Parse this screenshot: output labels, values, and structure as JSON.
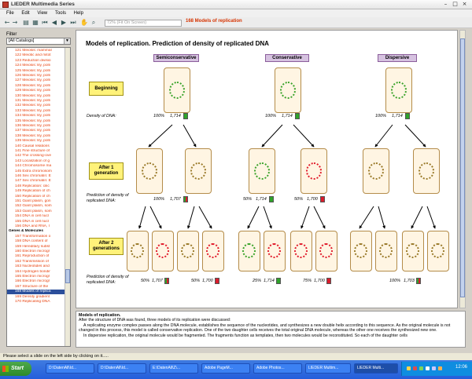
{
  "window": {
    "title": "LIEDER Multimedia Series"
  },
  "menu": [
    "File",
    "Edit",
    "View",
    "Tools",
    "Help"
  ],
  "toolbar": {
    "zoom_value": "72% (Fit On Screen)",
    "slide_title": "168 Models of replication"
  },
  "filter": {
    "label": "Filter",
    "value": "[All Catalogs]"
  },
  "tree": [
    {
      "text": "121 Meiosis: mammal",
      "kind": "item"
    },
    {
      "text": "122 Meiotic and mitot",
      "kind": "item"
    },
    {
      "text": "123 Reduction divisio",
      "kind": "item"
    },
    {
      "text": "124 Meiosis: lily, polli",
      "kind": "item"
    },
    {
      "text": "125 Meiosis: lily, polli",
      "kind": "item"
    },
    {
      "text": "126 Meiosis: lily, polli",
      "kind": "item"
    },
    {
      "text": "127 Meiosis: lily, polli",
      "kind": "item"
    },
    {
      "text": "128 Meiosis: lily, polli",
      "kind": "item"
    },
    {
      "text": "129 Meiosis: lily, polli",
      "kind": "item"
    },
    {
      "text": "130 Meiosis: lily, polli",
      "kind": "item"
    },
    {
      "text": "131 Meiosis: lily, polli",
      "kind": "item"
    },
    {
      "text": "132 Meiosis: lily, polli",
      "kind": "item"
    },
    {
      "text": "133 Meiosis: lily, polli",
      "kind": "item"
    },
    {
      "text": "134 Meiosis: lily, polli",
      "kind": "item"
    },
    {
      "text": "135 Meiosis: lily, polli",
      "kind": "item"
    },
    {
      "text": "136 Meiosis: lily, polli",
      "kind": "item"
    },
    {
      "text": "137 Meiosis: lily, polli",
      "kind": "item"
    },
    {
      "text": "138 Meiosis: lily, polli",
      "kind": "item"
    },
    {
      "text": "139 Meiosis: lily, polli",
      "kind": "item"
    },
    {
      "text": "140 Causal relations",
      "kind": "item"
    },
    {
      "text": "141 Fine structure of",
      "kind": "item"
    },
    {
      "text": "142 The crossing-ove",
      "kind": "item"
    },
    {
      "text": "143 Localization of g",
      "kind": "item"
    },
    {
      "text": "144 Chromosome ma",
      "kind": "item"
    },
    {
      "text": "145 Extra chromosom",
      "kind": "item"
    },
    {
      "text": "146 Sex chromatin: E",
      "kind": "item"
    },
    {
      "text": "147 Sex chromatin: E",
      "kind": "item"
    },
    {
      "text": "148 Replication: cilic",
      "kind": "item"
    },
    {
      "text": "149 Replication of ch",
      "kind": "item"
    },
    {
      "text": "150 Replication of ch",
      "kind": "item"
    },
    {
      "text": "151 Giant plasm, gon",
      "kind": "item"
    },
    {
      "text": "152 Giant plasm, som",
      "kind": "item"
    },
    {
      "text": "153 Giant plasm, som",
      "kind": "item"
    },
    {
      "text": "154 DNA in cell nucl",
      "kind": "item"
    },
    {
      "text": "155 DNA in cell nucl",
      "kind": "item"
    },
    {
      "text": "156 DNA and RNA, I",
      "kind": "item"
    },
    {
      "text": "Genes & Molecules",
      "kind": "group"
    },
    {
      "text": "157 Transformation o",
      "kind": "item"
    },
    {
      "text": "158 DNA content of",
      "kind": "item"
    },
    {
      "text": "159 Hereditary subst",
      "kind": "item"
    },
    {
      "text": "160 Electron microgr",
      "kind": "item"
    },
    {
      "text": "161 Reproduction of",
      "kind": "item"
    },
    {
      "text": "162 Transmission of",
      "kind": "item"
    },
    {
      "text": "163 Nucleotides and",
      "kind": "item"
    },
    {
      "text": "164 Hydrogen bondir",
      "kind": "item"
    },
    {
      "text": "165 Electron microgr",
      "kind": "item"
    },
    {
      "text": "166 Electron microgr",
      "kind": "item"
    },
    {
      "text": "167 Structure of the",
      "kind": "item"
    },
    {
      "text": "168 Models of replica",
      "kind": "sel"
    },
    {
      "text": "169 Density gradient",
      "kind": "item"
    },
    {
      "text": "170 Replicating DNA",
      "kind": "item"
    }
  ],
  "slide": {
    "title": "Models of replication.  Prediction of density of replicated DNA",
    "models": [
      "Semiconservative",
      "Conservative",
      "Dispersive"
    ],
    "stages": [
      "Beginning",
      "After 1 generation",
      "After 2 generations"
    ],
    "density_label": "Density of DNA:",
    "prediction_label": "Prediction of density of replicated DNA:",
    "values": {
      "begin_pct": "100%",
      "begin_dens": "1,714",
      "semi1_pct": "100%",
      "semi1_dens": "1,707",
      "cons1a_pct": "50%",
      "cons1a_dens": "1,714",
      "cons1b_pct": "50%",
      "cons1b_dens": "1,700",
      "semi2a_pct": "50%",
      "semi2a_dens": "1,707",
      "semi2b_pct": "50%",
      "semi2b_dens": "1,700",
      "cons2a_pct": "25%",
      "cons2a_dens": "1,714",
      "cons2b_pct": "75%",
      "cons2b_dens": "1,700",
      "disp2_pct": "100%",
      "disp2_dens": "1,703"
    }
  },
  "description": {
    "title": "Models of replication.",
    "p1": "After the structure of DNA was found, three models of its replication were discussed:",
    "p2": "A replicating enzyme complex passes along the DNA molecule, establishes the sequence of the nucleotides, and synthesizes a new double helix according to this sequence. As the original molecule is not changed in this process, this model is called conservative replication. One of the two daughter cells receives the total original DNA molecule, whereas the other one receives the synthesized new one.",
    "p3": "In dispersive replication, the original molecule would be fragmented. The fragments function as templates, then two molecules would be reconstituted. So each of the daughter cells"
  },
  "status": "Please select a slide on the left side by clicking on it.....",
  "taskbar": {
    "start": "Start",
    "tasks": [
      "D:\\DatenAll\\Id...",
      "D:\\DatenAll\\Id...",
      "E:\\DatenAll\\Z\\...",
      "Adobe PageM...",
      "Adobe Photos...",
      "LIEDER Multim...",
      "LIEDER Multi..."
    ],
    "clock": "12:06"
  },
  "colors": {
    "accent": "#e8400c",
    "selection": "#2b4f9b",
    "taskbar": "#245edb",
    "stage": "#fff27a",
    "model": "#d6c2e0"
  }
}
